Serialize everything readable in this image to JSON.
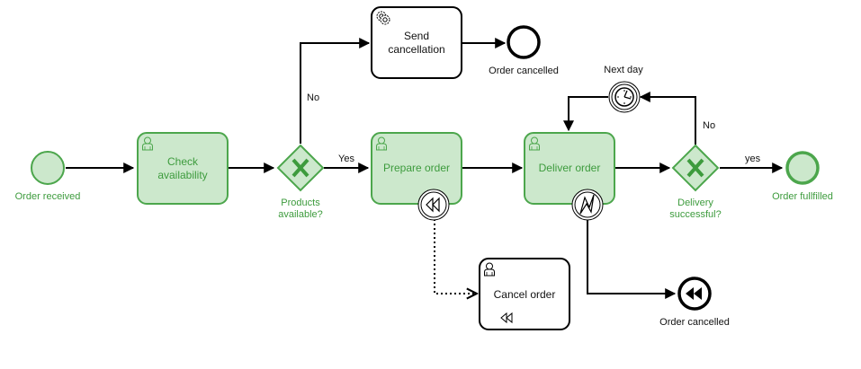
{
  "diagram": {
    "type": "BPMN process",
    "colors": {
      "active_fill": "#cce8cc",
      "active_stroke": "#4ca64c",
      "active_text": "#3d9b3d",
      "inactive_stroke": "#000000"
    },
    "events": {
      "start": {
        "label": "Order received",
        "icon": "start-event-icon"
      },
      "end_cancelled_top": {
        "label": "Order cancelled",
        "icon": "end-event-icon"
      },
      "end_fulfilled": {
        "label": "Order fullfilled",
        "icon": "end-event-icon"
      },
      "end_cancelled_compensation": {
        "label": "Order cancelled",
        "icon": "compensation-end-event-icon"
      },
      "timer": {
        "label": "Next day",
        "icon": "clock-icon"
      }
    },
    "tasks": {
      "check": {
        "label_line1": "Check",
        "label_line2": "availability",
        "icon": "user-icon"
      },
      "prepare": {
        "label": "Prepare order",
        "icon": "user-icon"
      },
      "deliver": {
        "label": "Deliver order",
        "icon": "user-icon"
      },
      "send_cancel": {
        "label_line1": "Send",
        "label_line2": "cancellation",
        "icon": "gear-icon"
      },
      "cancel": {
        "label": "Cancel order",
        "icon": "user-icon",
        "marker": "compensation-marker-icon"
      }
    },
    "gateways": {
      "products": {
        "label_line1": "Products",
        "label_line2": "available?",
        "icon": "exclusive-gateway-x-icon"
      },
      "delivery": {
        "label_line1": "Delivery",
        "label_line2": "successful?",
        "icon": "exclusive-gateway-x-icon"
      }
    },
    "flow_labels": {
      "products_no": "No",
      "products_yes": "Yes",
      "delivery_no": "No",
      "delivery_yes": "yes"
    },
    "boundary_events": {
      "prepare": "compensation-boundary-icon",
      "deliver": "error-boundary-icon"
    }
  }
}
